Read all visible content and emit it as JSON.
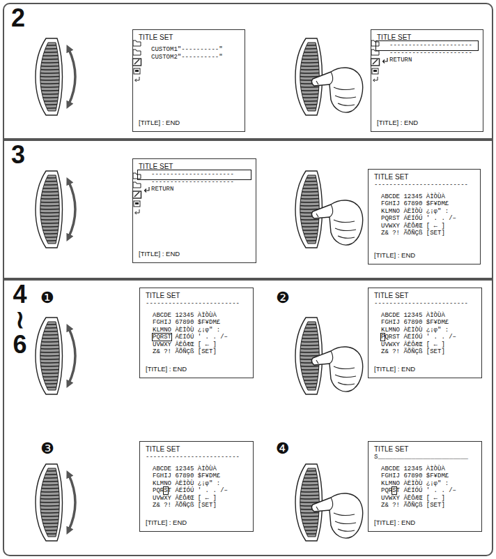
{
  "diagram": {
    "nodes": [
      {
        "text": [
          "2"
        ]
      },
      {
        "text": [
          "TITLE SET",
          "CUSTOM1\"----------\"",
          "CUSTOM2\"----------\"",
          "[TITLE] : END"
        ],
        "in": 0
      },
      {
        "text": [
          "TITLE SET",
          "----------------------",
          "----------------------",
          "RETURN",
          "[TITLE] : END"
        ],
        "in": 0
      },
      {
        "text": [
          "3"
        ]
      },
      {
        "text": [
          "TITLE SET",
          "----------------------",
          "----------------------",
          "RETURN",
          "[TITLE] : END"
        ],
        "in": 3
      },
      {
        "text": [
          "TITLE SET",
          "-------------------------",
          "ABCDE 12345 ÀÌÒÙÀ",
          "FGHIJ 67890 $F¥DM£",
          "KLMNO ÀÈÌÒÙ ¿¡φ\" :",
          "PQRST ÁÉÍÓÚ ' . . /–",
          "UVWXY ÂÊÔÆŒ [ ← ]",
          "Z& ?! ÃÕÑÇß [SET]",
          "[TITLE] : END"
        ],
        "in": 3
      },
      {
        "text": [
          "4 ≀ 6"
        ]
      },
      {
        "text": [
          "TITLE SET",
          "-------------------------",
          "ABCDE 12345 ÀÌÒÙÀ",
          "FGHIJ 67890 $F¥DM£",
          "KLMNO ÀÈÌÒÙ ¿¡φ\" :",
          "PQRST",
          "ÁÉÍÓÚ ' . . /–",
          "UVWXY ÂÊÔÆŒ [ ← ]",
          "Z& ?! ÃÕÑÇß [SET]",
          "[TITLE] : END"
        ],
        "in": 6
      },
      {
        "text": [
          "TITLE SET",
          "-------------------------",
          "ABCDE 12345 ÀÌÒÙÀ",
          "FGHIJ 67890 $F¥DM£",
          "KLMNO ÀÈÌÒÙ ¿¡φ\" :",
          "P",
          "QRST ÁÉÍÓÚ ' . . /–",
          "UVWXY ÂÊÔÆŒ [ ← ]",
          "Z& ?! ÃÕÑÇß [SET]",
          "[TITLE] : END"
        ],
        "in": 6
      },
      {
        "text": [
          "TITLE SET",
          "-------------------------",
          "ABCDE 12345 ÀÌÒÙÀ",
          "FGHIJ 67890 $F¥DM£",
          "KLMNO ÀÈÌÒÙ ¿¡φ\" :",
          "PQR",
          "S",
          "T ÁÉÍÓÚ ' . . /–",
          "UVWXY ÂÊÔÆŒ [ ← ]",
          "Z& ?! ÃÕÑÇß [SET]",
          "[TITLE] : END"
        ],
        "in": 6
      },
      {
        "text": [
          "TITLE SET",
          "S________________________",
          "ABCDE 12345 ÀÌÒÙÀ",
          "FGHIJ 67890 $F¥DM£",
          "KLMNO ÀÈÌÒÙ ¿¡φ\" :",
          "PQR",
          "S",
          "T ÁÉÍÓÚ ' . . /–",
          "UVWXY ÂÊÔÆŒ [ ← ]",
          "Z& ?! ÃÕÑÇß [SET]",
          "[TITLE] : END"
        ],
        "in": 6
      }
    ],
    "labels": [
      "❶",
      "❷",
      "❸",
      "❹"
    ]
  }
}
